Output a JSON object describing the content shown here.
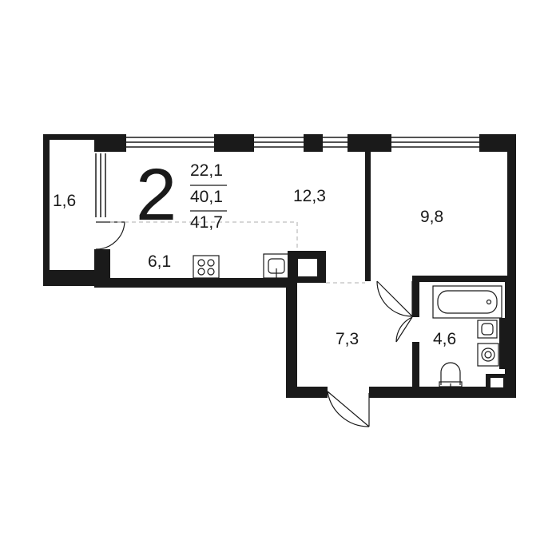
{
  "apartment": {
    "rooms": "2",
    "living_area": "22,1",
    "total_area": "40,1",
    "total_area_with_balcony": "41,7"
  },
  "rooms": {
    "balcony": "1,6",
    "kitchen": "6,1",
    "living_room": "12,3",
    "bedroom": "9,8",
    "hallway": "7,3",
    "bathroom": "4,6"
  },
  "colors": {
    "wall": "#1a1a1a",
    "background": "#ffffff",
    "dashed": "#bfbfbf"
  }
}
